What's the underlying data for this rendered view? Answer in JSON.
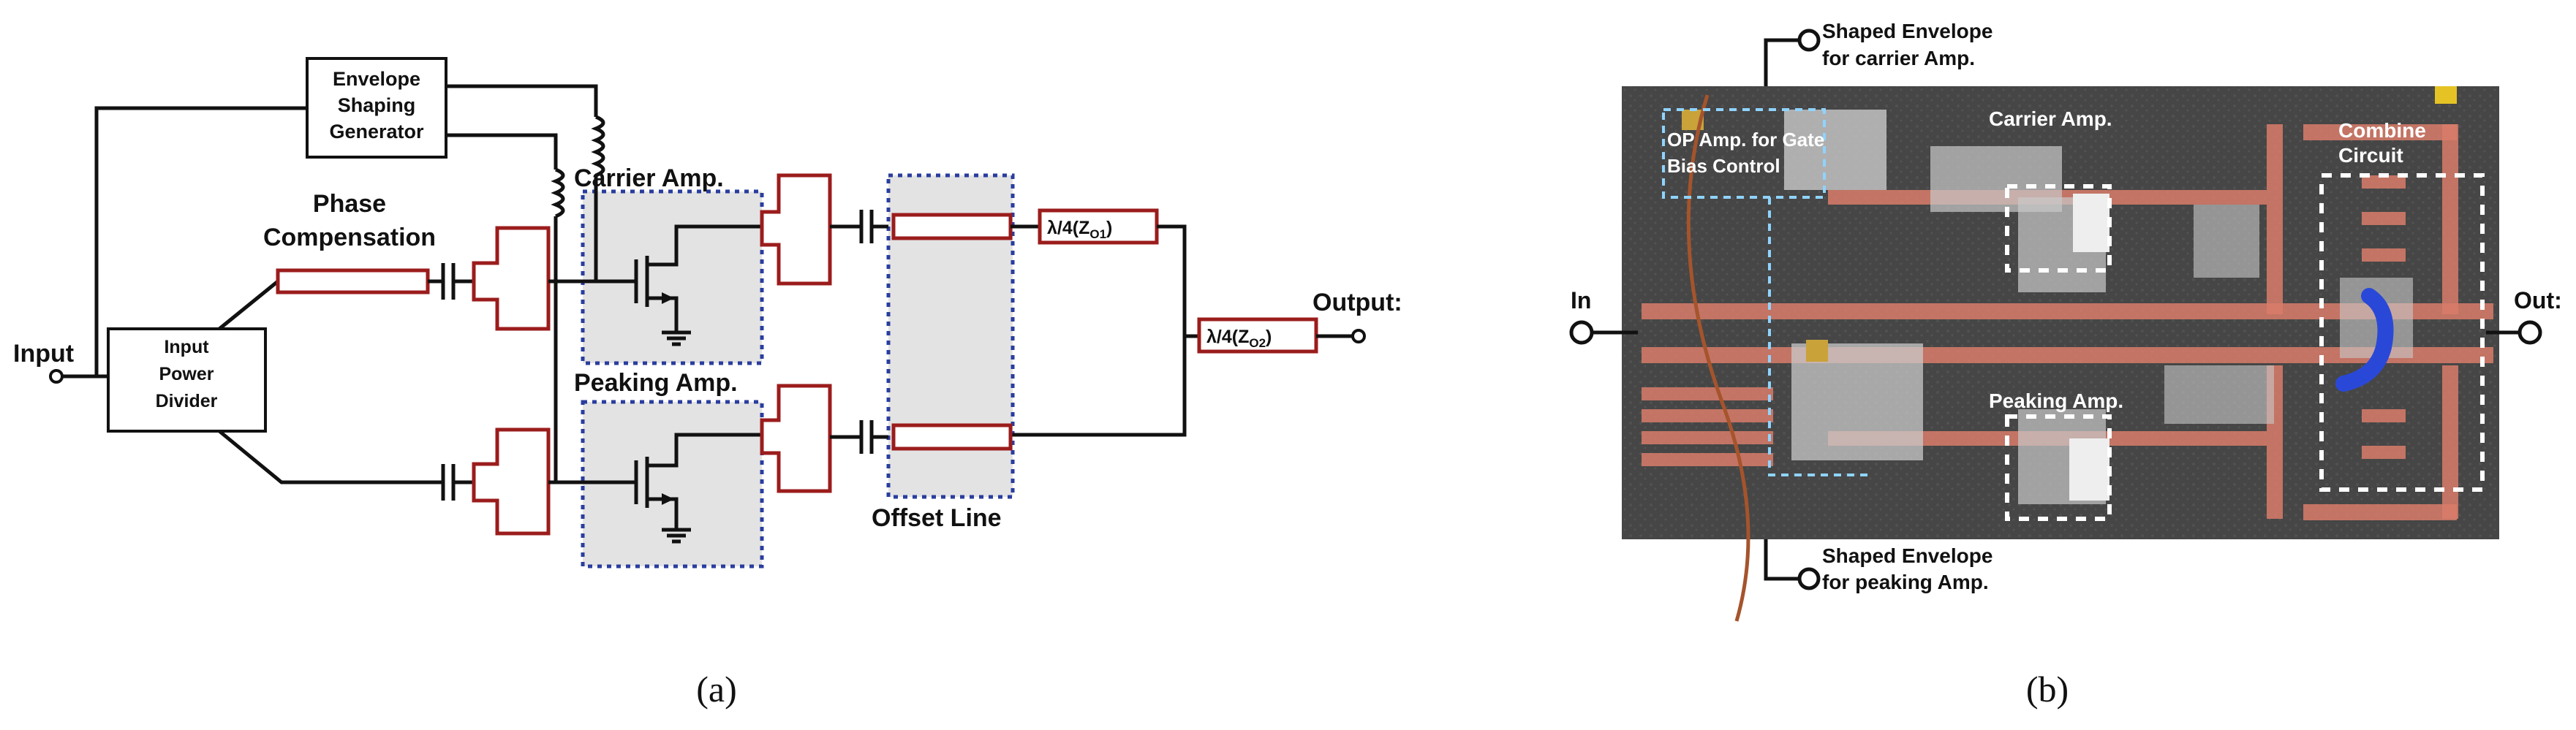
{
  "panel_a": {
    "envelope_shaping_generator": [
      "Envelope",
      "Shaping",
      "Generator"
    ],
    "phase_compensation": [
      "Phase",
      "Compensation"
    ],
    "carrier_amp": "Carrier Amp.",
    "peaking_amp": "Peaking Amp.",
    "input": "Input",
    "input_power_divider": [
      "Input",
      "Power",
      "Divider"
    ],
    "offset_line": "Offset Line",
    "output": "Output:",
    "qw1": "λ/4(Z",
    "qw1_sub": "O1",
    "qw2": "λ/4(Z",
    "qw2_sub": "O2",
    "qw_close": ")",
    "caption": "(a)"
  },
  "panel_b": {
    "shaped_env_carrier": [
      "Shaped Envelope",
      "for carrier Amp."
    ],
    "op_amp": [
      "OP Amp. for Gate",
      "Bias Control"
    ],
    "carrier_amp": "Carrier Amp.",
    "combine_circuit": [
      "Combine",
      "Circuit"
    ],
    "in": "In",
    "out": "Out:",
    "peaking_amp": "Peaking Amp.",
    "shaped_env_peaking": [
      "Shaped Envelope",
      "for peaking Amp."
    ],
    "caption": "(b)"
  },
  "colors": {
    "red_component": "#9b1c1c",
    "blue_dashed": "#2a3d9e",
    "board": "#4a4a4a",
    "trace": "#d97d6a"
  }
}
